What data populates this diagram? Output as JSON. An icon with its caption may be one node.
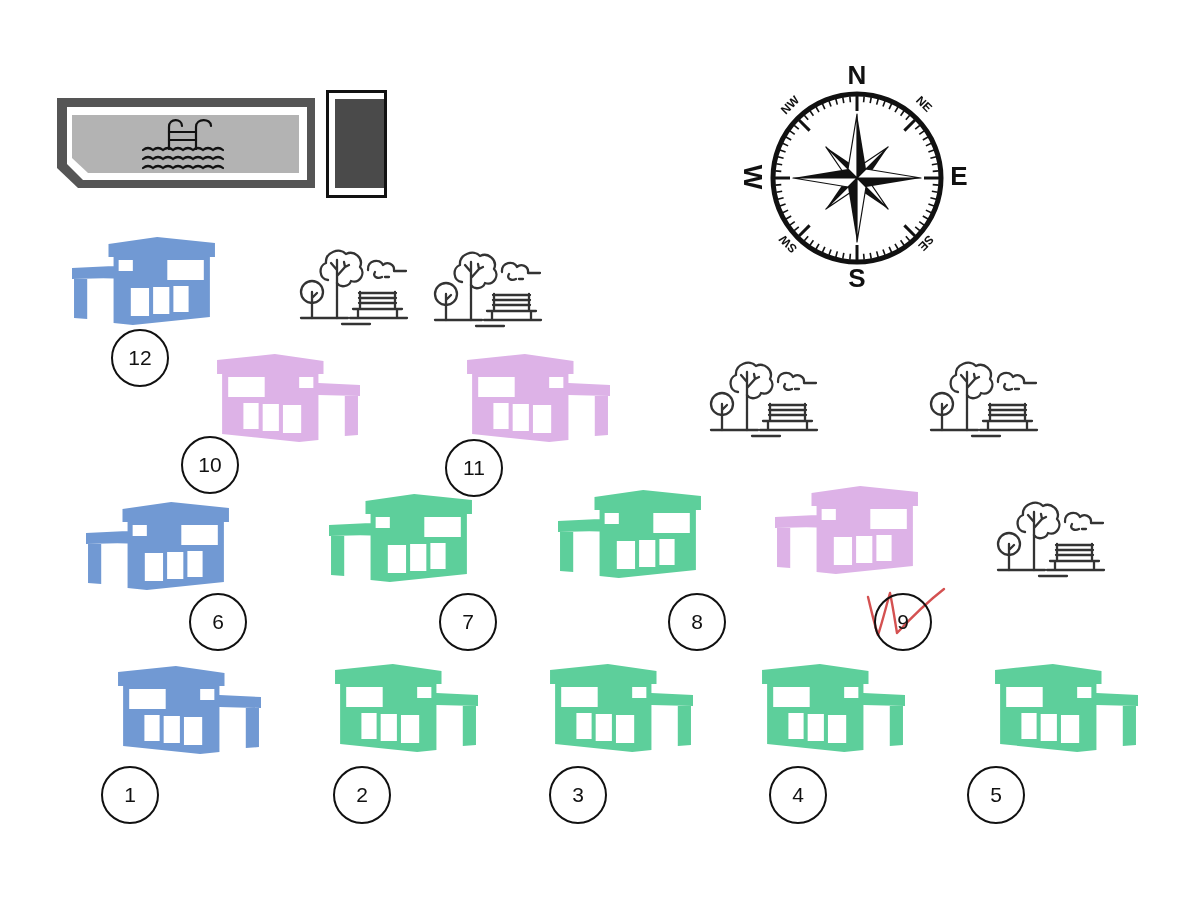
{
  "diagram": {
    "nodes": [
      {
        "text": [
          "12"
        ]
      },
      {
        "text": [
          "10"
        ]
      },
      {
        "text": [
          "11"
        ]
      },
      {
        "text": [
          "6"
        ]
      },
      {
        "text": [
          "7"
        ]
      },
      {
        "text": [
          "8"
        ]
      },
      {
        "text": [
          "9"
        ]
      },
      {
        "text": [
          "1"
        ]
      },
      {
        "text": [
          "2"
        ]
      },
      {
        "text": [
          "3"
        ]
      },
      {
        "text": [
          "4"
        ]
      },
      {
        "text": [
          "5"
        ]
      }
    ],
    "labels": [
      "N",
      "NW",
      "NE",
      "W",
      "E",
      "SW",
      "SE",
      "S"
    ]
  }
}
